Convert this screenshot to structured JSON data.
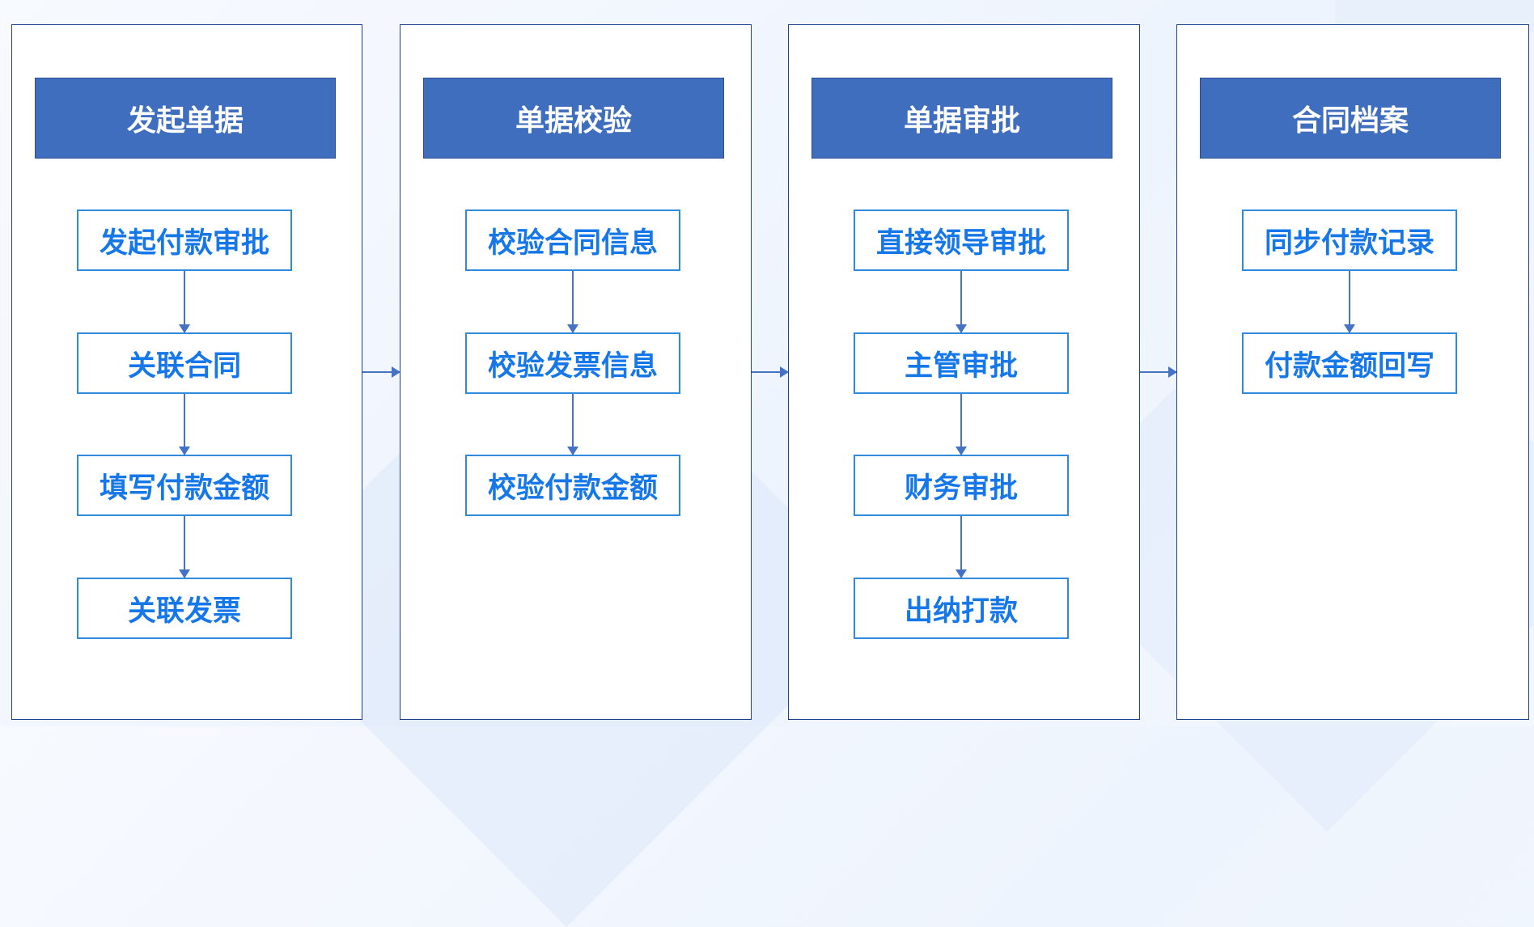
{
  "stages": [
    {
      "title": "发起单据",
      "steps": [
        "发起付款审批",
        "关联合同",
        "填写付款金额",
        "关联发票"
      ]
    },
    {
      "title": "单据校验",
      "steps": [
        "校验合同信息",
        "校验发票信息",
        "校验付款金额"
      ]
    },
    {
      "title": "单据审批",
      "steps": [
        "直接领导审批",
        "主管审批",
        "财务审批",
        "出纳打款"
      ]
    },
    {
      "title": "合同档案",
      "steps": [
        "同步付款记录",
        "付款金额回写"
      ]
    }
  ],
  "colors": {
    "stage_border": "#203f8c",
    "title_fill": "#3f6ebf",
    "step_border": "#2f8ae0",
    "step_text": "#1677e8",
    "connector": "#4472c4"
  }
}
